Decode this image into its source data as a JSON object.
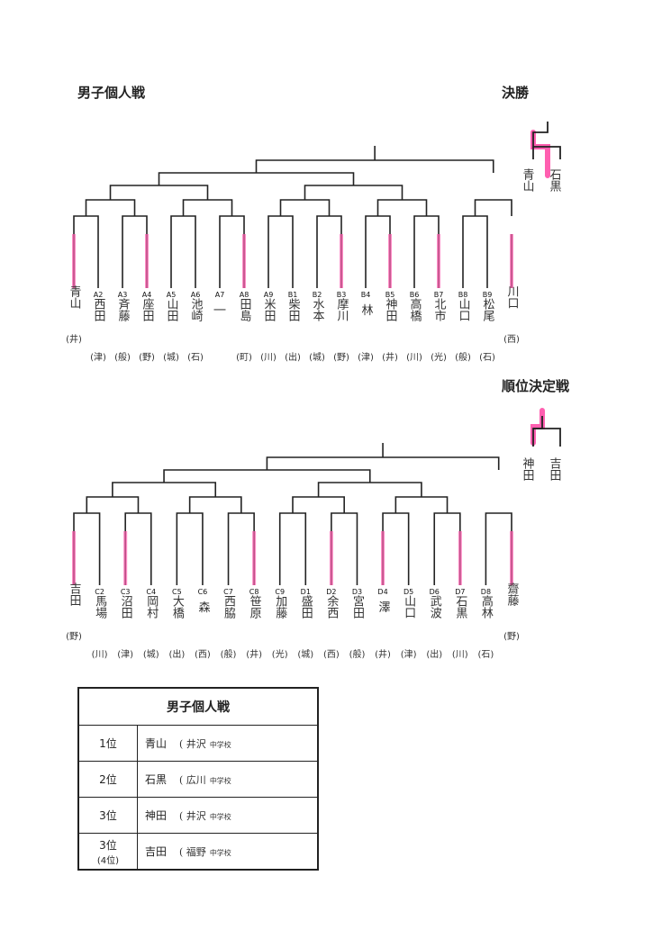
{
  "page": {
    "heading_left": "男子個人戦",
    "heading_final": "決勝",
    "heading_placement": "順位決定戦"
  },
  "final": {
    "left": "青山",
    "right": "石黒"
  },
  "placement": {
    "left": "神田",
    "right": "吉田"
  },
  "bracket_top": {
    "codes": [
      "",
      "A2",
      "A3",
      "A4",
      "A5",
      "A6",
      "A7",
      "A8",
      "A9",
      "B1",
      "B2",
      "B3",
      "B4",
      "B5",
      "B6",
      "B7",
      "B8",
      "B9",
      ""
    ],
    "players": [
      {
        "name": "青山",
        "school": "(井)"
      },
      {
        "name": "西田",
        "school": "(津)"
      },
      {
        "name": "斉藤",
        "school": "(般)"
      },
      {
        "name": "座田",
        "school": "(野)"
      },
      {
        "name": "山田",
        "school": "(城)"
      },
      {
        "name": "池崎",
        "school": "(石)"
      },
      {
        "name": "|",
        "school": ""
      },
      {
        "name": "田島",
        "school": "(町)"
      },
      {
        "name": "米田",
        "school": "(川)"
      },
      {
        "name": "柴田",
        "school": "(出)"
      },
      {
        "name": "水本",
        "school": "(城)"
      },
      {
        "name": "摩川",
        "school": "(野)"
      },
      {
        "name": "林",
        "school": "(津)"
      },
      {
        "name": "神田",
        "school": "(井)"
      },
      {
        "name": "高橋",
        "school": "(川)"
      },
      {
        "name": "北市",
        "school": "(光)"
      },
      {
        "name": "山口",
        "school": "(般)"
      },
      {
        "name": "松尾",
        "school": "(石)"
      },
      {
        "name": "川口",
        "school": "(西)"
      }
    ]
  },
  "bracket_bottom": {
    "codes": [
      "",
      "C2",
      "C3",
      "C4",
      "C5",
      "C6",
      "C7",
      "C8",
      "C9",
      "D1",
      "D2",
      "D3",
      "D4",
      "D5",
      "D6",
      "D7",
      "D8",
      ""
    ],
    "players": [
      {
        "name": "吉田",
        "school": "(野)"
      },
      {
        "name": "馬場",
        "school": "(川)"
      },
      {
        "name": "沼田",
        "school": "(津)"
      },
      {
        "name": "岡村",
        "school": "(城)"
      },
      {
        "name": "大橋",
        "school": "(出)"
      },
      {
        "name": "森",
        "school": "(西)"
      },
      {
        "name": "西脇",
        "school": "(般)"
      },
      {
        "name": "笹原",
        "school": "(井)"
      },
      {
        "name": "加藤",
        "school": "(光)"
      },
      {
        "name": "盛田",
        "school": "(城)"
      },
      {
        "name": "余西",
        "school": "(西)"
      },
      {
        "name": "宮田",
        "school": "(般)"
      },
      {
        "name": "澤",
        "school": "(井)"
      },
      {
        "name": "山口",
        "school": "(津)"
      },
      {
        "name": "武波",
        "school": "(出)"
      },
      {
        "name": "石黒",
        "school": "(川)"
      },
      {
        "name": "高林",
        "school": "(石)"
      },
      {
        "name": "齋藤",
        "school": "(野)"
      }
    ]
  },
  "results": {
    "title": "男子個人戦",
    "suffix": "中学校",
    "rows": [
      {
        "rank": "1位",
        "sub": "",
        "name": "青山",
        "school": "( 井沢"
      },
      {
        "rank": "2位",
        "sub": "",
        "name": "石黒",
        "school": "( 広川"
      },
      {
        "rank": "3位",
        "sub": "",
        "name": "神田",
        "school": "( 井沢"
      },
      {
        "rank": "3位",
        "sub": "(4位)",
        "name": "吉田",
        "school": "( 福野"
      }
    ]
  },
  "colors": {
    "winner_line": "#ff5fb0",
    "line": "#222222"
  }
}
